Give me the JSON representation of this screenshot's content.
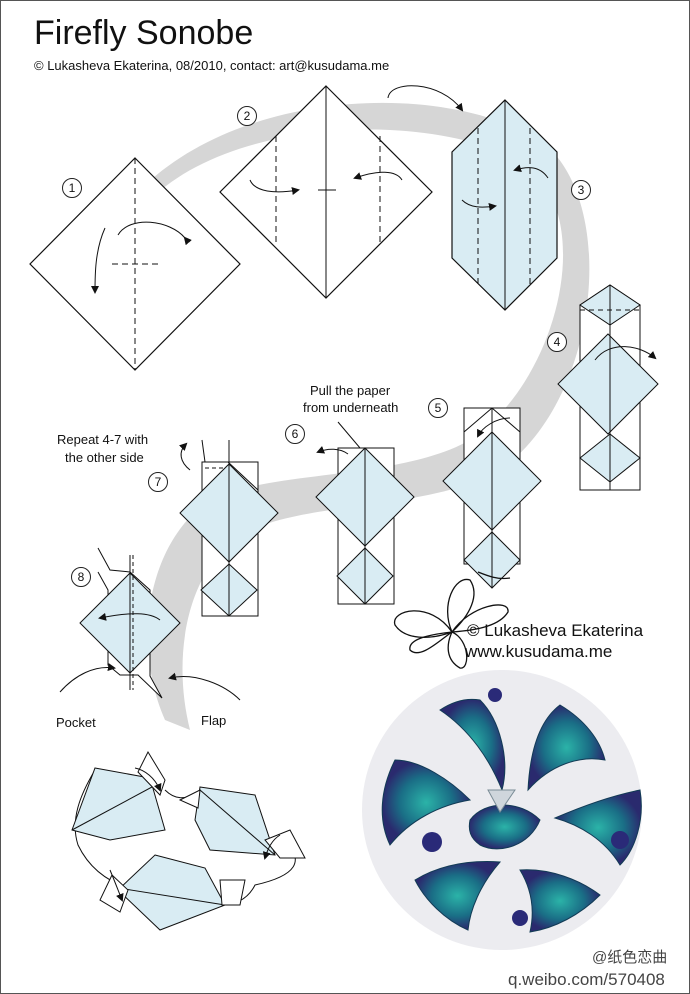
{
  "header": {
    "title": "Firefly Sonobe",
    "credit": "© Lukasheva Ekaterina, 08/2010, contact: art@kusudama.me"
  },
  "steps": [
    "1",
    "2",
    "3",
    "4",
    "5",
    "6",
    "7",
    "8"
  ],
  "notes": {
    "pull_line1": "Pull the paper",
    "pull_line2": "from underneath",
    "repeat_line1": "Repeat 4-7 with",
    "repeat_line2": "the other side",
    "pocket": "Pocket",
    "flap": "Flap"
  },
  "brand": {
    "name": "© Lukasheva Ekaterina",
    "site": "www.kusudama.me"
  },
  "watermark": {
    "handle": "@纸色恋曲",
    "url": "q.weibo.com/570408"
  },
  "colors": {
    "paper_blue": "#d9ecf3",
    "path_gray": "#d4d4d4",
    "ink": "#111111",
    "kusudama_teal": "#1f8a8a"
  }
}
